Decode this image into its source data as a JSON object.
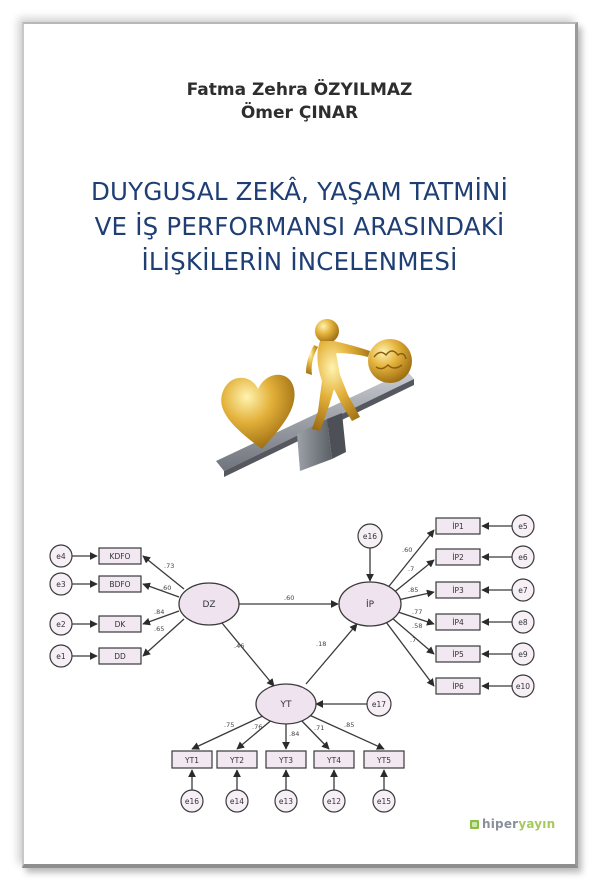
{
  "book": {
    "authors": [
      "Fatma Zehra ÖZYILMAZ",
      "Ömer ÇINAR"
    ],
    "title_lines": [
      "DUYGUSAL ZEKÂ, YAŞAM TATMİNİ",
      "VE İŞ PERFORMANSI ARASINDAKİ",
      "İLİŞKİLERİN İNCELENMESİ"
    ],
    "title_color": "#1f3f74",
    "illustration": "golden-figure-on-seesaw-with-heart-and-brain-icon",
    "publisher": {
      "name_part1": "hiper",
      "name_part2": "yayın",
      "logo_color": "#8bbf3f"
    }
  },
  "diagram": {
    "latent": {
      "dz": "DZ",
      "ip": "İP",
      "yt": "YT"
    },
    "dz_indicators": [
      {
        "label": "KDFO",
        "error": "e4",
        "coef": ".73"
      },
      {
        "label": "BDFO",
        "error": "e3",
        "coef": ".60"
      },
      {
        "label": "DK",
        "error": "e2",
        "coef": ".84"
      },
      {
        "label": "DD",
        "error": "e1",
        "coef": ".65"
      }
    ],
    "ip_indicators": [
      {
        "label": "İP1",
        "error": "e5",
        "coef": ".60"
      },
      {
        "label": "İP2",
        "error": "e6",
        "coef": ".7"
      },
      {
        "label": "İP3",
        "error": "e7",
        "coef": ".85"
      },
      {
        "label": "İP4",
        "error": "e8",
        "coef": ".77"
      },
      {
        "label": "İP5",
        "error": "e9",
        "coef": ".58"
      },
      {
        "label": "İP6",
        "error": "e10",
        "coef": ".7"
      }
    ],
    "yt_indicators": [
      {
        "label": "YT1",
        "error": "e16",
        "coef": ".75"
      },
      {
        "label": "YT2",
        "error": "e14",
        "coef": ".76"
      },
      {
        "label": "YT3",
        "error": "e13",
        "coef": ".84"
      },
      {
        "label": "YT4",
        "error": "e12",
        "coef": ".71"
      },
      {
        "label": "YT5",
        "error": "e15",
        "coef": ".85"
      }
    ],
    "paths": {
      "dz_ip": ".60",
      "dz_yt": ".46",
      "yt_ip": ".18"
    },
    "disturbances": {
      "ip": "e16",
      "yt": "e17"
    }
  }
}
